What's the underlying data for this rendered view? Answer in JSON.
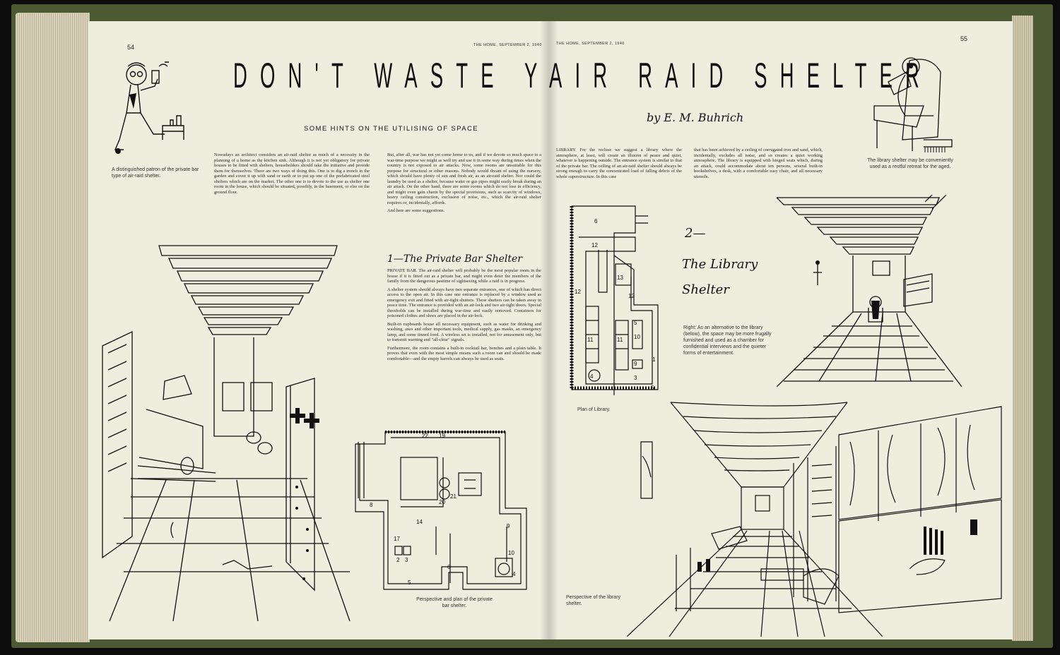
{
  "pages": {
    "left_number": "54",
    "right_number": "55",
    "running_head_left": "THE HOME, SEPTEMBER 2, 1940",
    "running_head_right": "THE HOME, SEPTEMBER 2, 1940"
  },
  "title_left": "DON'T WASTE YOUR",
  "title_right": "AIR RAID SHELTER",
  "subtitle": "SOME HINTS ON THE UTILISING OF SPACE",
  "byline": "by E. M. Buhrich",
  "captions": {
    "patron": "A distinguished patron of the private bar type of air-raid shelter.",
    "retreat": "The library shelter may be conveniently used as a restful retreat for the aged.",
    "bar_plan": "Perspective and plan of the private bar shelter.",
    "library_plan": "Plan of Library.",
    "library_perspective": "Perspective of the library shelter.",
    "library_alt": "Right: As an alternative to the library (below), the space may be more frugally furnished and used as a chamber for confidential interviews and the quieter forms of entertainment."
  },
  "sections": {
    "bar_heading": "1—The Private Bar Shelter",
    "library_num": "2—",
    "library_line1": "The Library",
    "library_line2": "Shelter"
  },
  "body": {
    "col1": "Nowadays an architect considers an air-raid shelter as much of a necessity in the planning of a home as the kitchen sink. Although it is not yet obligatory for private houses to be fitted with shelters, householders should take the initiative and provide them for themselves. There are two ways of doing this. One is to dig a trench in the garden and cover it up with sand or earth or to put up one of the prefabricated steel shelters which are on the market. The other one is to devote to the use as shelter one room in the house, which should be situated, possibly, in the basement, or else on the ground floor.",
    "col2a": "But, after all, war has not yet come home to us, and if we devote so much space to a war-time purpose we might as well try and use it in some way during times when the country is not exposed to air attacks. Now, some rooms are unsuitable for this purpose for structural or other reasons. Nobody would dream of using the nursery, which should have plenty of sun and fresh air, as an air-raid shelter. Nor could the laundry be used as a shelter, because water or gas pipes might easily break during an air attack. On the other hand, there are some rooms which do not lose in efficiency, and might even gain charm by the special provisions, such as scarcity of windows, heavy ceiling construction, exclusion of noise, etc., which the air-raid shelter requires or, incidentally, affords.",
    "col2b": "And here are some suggestions.",
    "bar1": "PRIVATE BAR. The air-raid shelter will probably be the most popular room in the house if it is fitted out as a private bar, and might even deter the members of the family from the dangerous pastime of sightseeing while a raid is in progress.",
    "bar2": "A shelter system should always have two separate entrances, one of which has direct access to the open air. In this case one entrance is replaced by a window used as emergency exit and fitted with air-tight shutters. These shutters can be taken away in peace time. The entrance is provided with an air-lock and two air-tight doors. Special thresholds can be installed during war-time and easily removed. Containers for poisoned clothes and shoes are placed in the air-lock.",
    "bar3": "Built-in cupboards house all necessary equipment, such as water for drinking and washing, axes and other important tools, medical supply, gas masks, an emergency lamp, and some tinned food. A wireless set is installed, not for amusement only, but to transmit warning and \"all-clear\" signals.",
    "bar4": "Furthermore, the room contains a built-in cocktail bar, benches and a plain table. It proves that even with the most simple means such a room can and should be made comfortable—and the empty barrels can always be used as seats.",
    "lib1": "LIBRARY. For the recluse we suggest a library where the atmosphere, at least, will create an illusion of peace and quiet, whatever is happening outside. The entrance system is similar to that of the private bar. The ceiling of an air-raid shelter should always be strong enough to carry the concentrated load of falling debris of the whole superstructure. In this case",
    "lib2": "that has been achieved by a ceiling of corrugated iron and sand, which, incidentally, excludes all noise, and so creates a quiet working atmosphere. The library is equipped with hinged seats which, during an attack, could accommodate about ten persons, several built-in bookshelves, a desk, with a comfortable easy chair, and all necessary utensils."
  },
  "plan_labels": {
    "bar": [
      "22",
      "19",
      "20",
      "21",
      "14",
      "17",
      "8",
      "9",
      "10",
      "2",
      "3",
      "6",
      "4",
      "5"
    ],
    "library": [
      "6",
      "12",
      "13",
      "12",
      "12",
      "5",
      "11",
      "11",
      "10",
      "9",
      "3",
      "1",
      "4",
      "5"
    ]
  }
}
